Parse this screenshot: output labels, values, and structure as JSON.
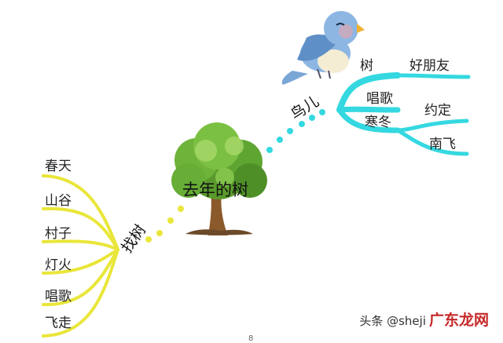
{
  "center": {
    "label": "去年的树"
  },
  "left_branch": {
    "label": "找树",
    "color": "#e9e63a",
    "items": [
      {
        "label": "春天"
      },
      {
        "label": "山谷"
      },
      {
        "label": "村子"
      },
      {
        "label": "灯火"
      },
      {
        "label": "唱歌"
      },
      {
        "label": "飞走"
      }
    ]
  },
  "right_branch": {
    "label": "鸟儿",
    "color": "#35d8e0",
    "items": [
      {
        "label": "树",
        "children": [
          {
            "label": "好朋友"
          }
        ]
      },
      {
        "label": "唱歌"
      },
      {
        "label": "寒冬",
        "children": [
          {
            "label": "约定"
          },
          {
            "label": "南飞"
          }
        ]
      }
    ]
  },
  "watermark": {
    "text": "头条 @sheji",
    "logo": "广东龙网"
  },
  "page_number": "8"
}
